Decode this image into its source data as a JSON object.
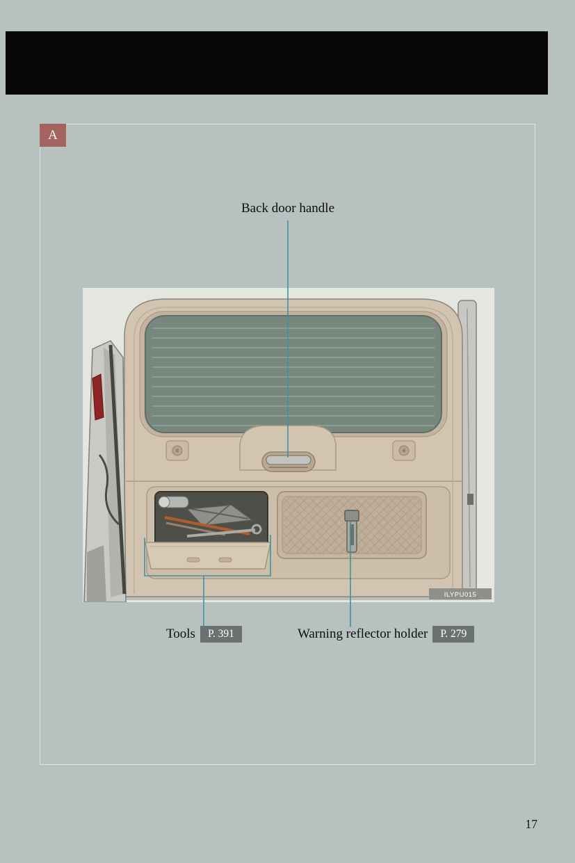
{
  "page": {
    "number": "17"
  },
  "section_badge": {
    "label": "A"
  },
  "figure": {
    "code": "ILYPU015"
  },
  "callouts": {
    "handle": {
      "label": "Back door handle"
    },
    "tools": {
      "label": "Tools",
      "page_ref": "P. 391"
    },
    "reflector": {
      "label": "Warning reflector holder",
      "page_ref": "P. 279"
    }
  },
  "colors": {
    "callout_line": "#3f93a3",
    "page_ref_badge_bg": "#6b7170",
    "section_badge_bg": "#a5635f",
    "page_background": "#b7c1c0",
    "header_bar": "#060606",
    "illustration_background": "#e4e7df",
    "door_panel": "#d3c4b1",
    "window_glass": "#77877d"
  }
}
